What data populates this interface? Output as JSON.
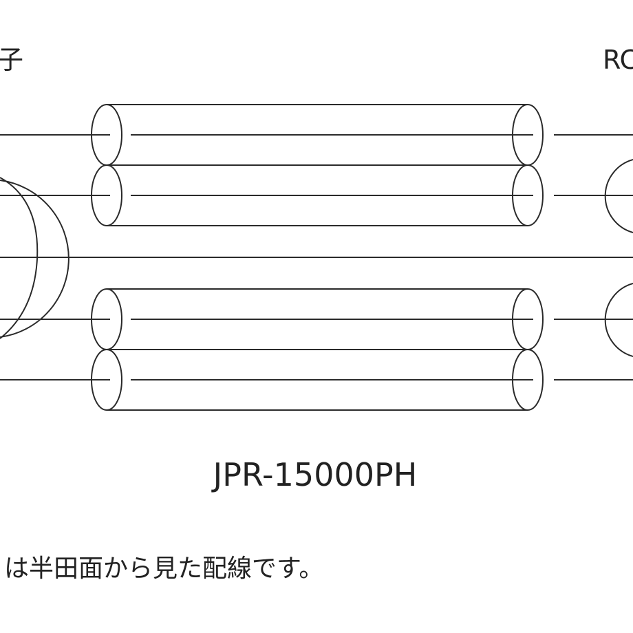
{
  "labels": {
    "left_connector": "子",
    "right_connector": "RC",
    "model": "JPR-15000PH",
    "note": "は半田面から見た配線です。"
  },
  "colors": {
    "line": "#2a2a2a",
    "text": "#222222",
    "background": "#ffffff"
  }
}
